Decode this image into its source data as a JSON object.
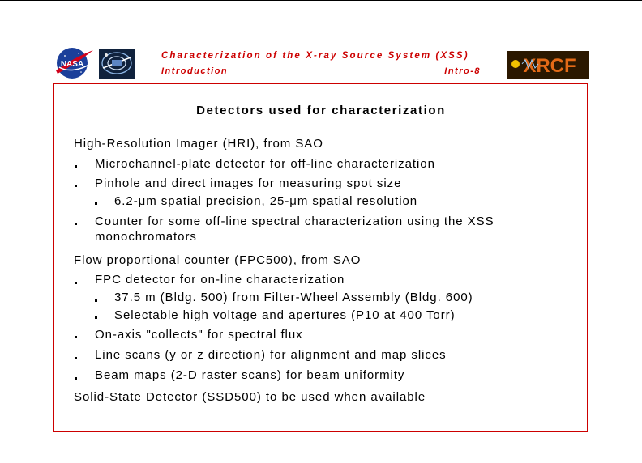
{
  "header": {
    "title": "Characterization of the X-ray Source System (XSS)",
    "subtitle": "Introduction",
    "page_ref": "Intro-8",
    "logos": {
      "nasa": "NASA",
      "xrcf": "XRCF"
    }
  },
  "slide": {
    "title": "Detectors used for characterization",
    "sections": [
      {
        "heading": "High-Resolution Imager (HRI), from SAO",
        "items": [
          {
            "text": "Microchannel-plate detector for off-line characterization"
          },
          {
            "text": "Pinhole and direct images for measuring spot size",
            "subitems": [
              "6.2-μm spatial precision, 25-μm spatial resolution"
            ]
          },
          {
            "text": "Counter for some off-line spectral characterization using the XSS",
            "continuation": "monochromators"
          }
        ]
      },
      {
        "heading": "Flow proportional counter (FPC500), from SAO",
        "items": [
          {
            "text": "FPC detector for on-line characterization",
            "subitems": [
              "37.5 m (Bldg. 500) from Filter-Wheel Assembly (Bldg. 600)",
              "Selectable high voltage and apertures (P10 at 400 Torr)"
            ]
          },
          {
            "text": "On-axis \"collects\" for spectral flux"
          },
          {
            "text": "Line scans (y or z direction) for alignment and map slices"
          },
          {
            "text": "Beam maps (2-D raster scans) for beam uniformity"
          }
        ]
      },
      {
        "heading": "Solid-State Detector (SSD500) to be used when available",
        "items": []
      }
    ]
  },
  "colors": {
    "accent": "#cc0000",
    "text": "#000000",
    "background": "#ffffff"
  }
}
